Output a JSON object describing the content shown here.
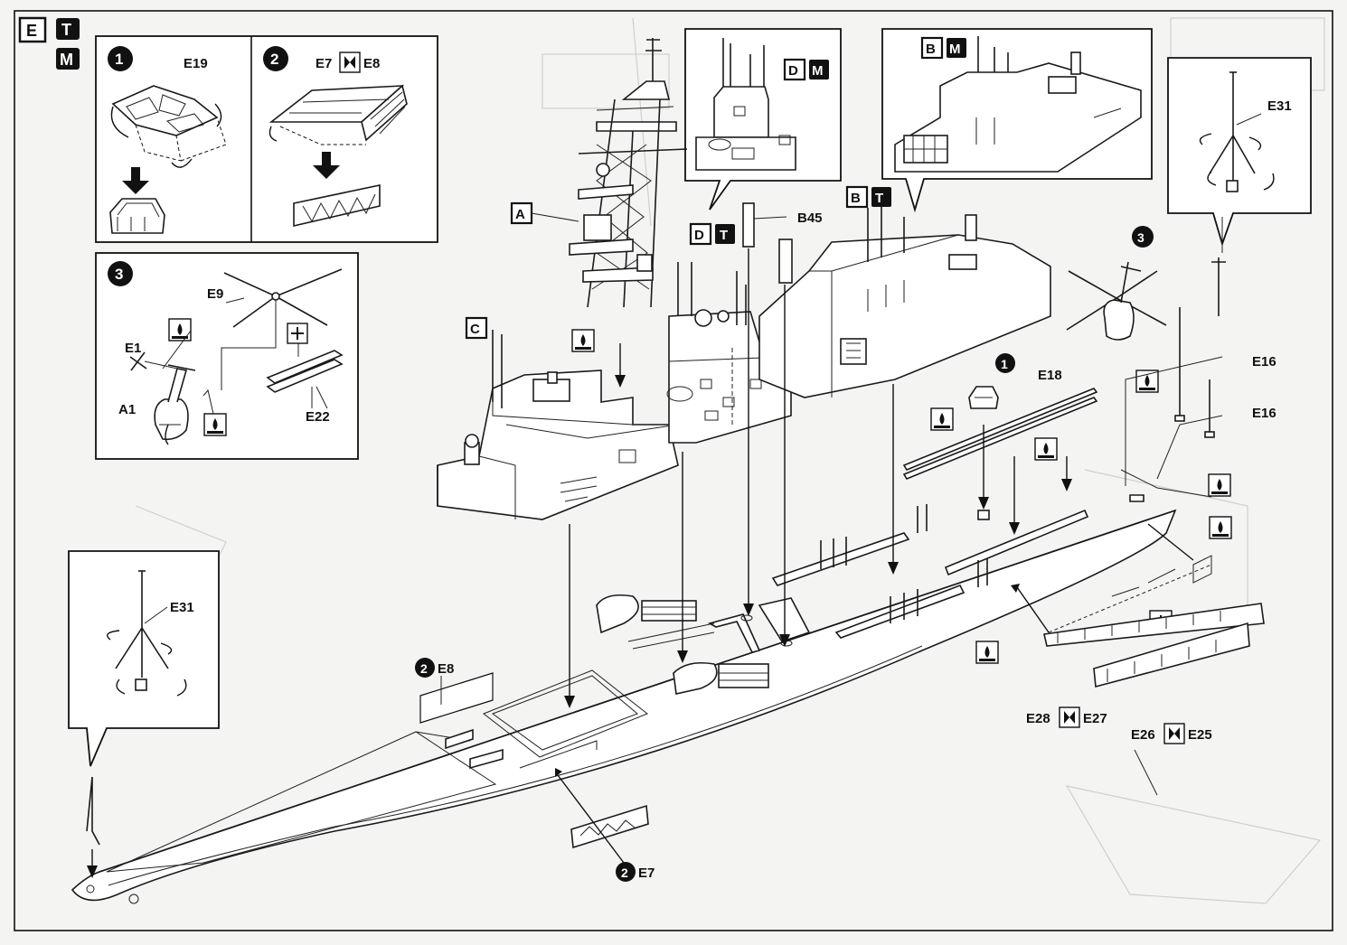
{
  "header": {
    "section_badges": [
      "E",
      "T",
      "M"
    ]
  },
  "steps": {
    "step1": {
      "num": "1",
      "part": "E19"
    },
    "step2": {
      "num": "2",
      "part_a": "E7",
      "part_b": "E8"
    },
    "step3": {
      "num": "3",
      "parts": [
        "E9",
        "E1",
        "A1",
        "E22"
      ]
    }
  },
  "callouts": {
    "dm": [
      "D",
      "M"
    ],
    "bm": [
      "B",
      "M"
    ],
    "e31_top": "E31",
    "e31_left": "E31"
  },
  "labels": {
    "A": "A",
    "C": "C",
    "DT": [
      "D",
      "T"
    ],
    "BT": [
      "B",
      "T"
    ],
    "B45": "B45",
    "E18": "E18",
    "E16a": "E16",
    "E16b": "E16",
    "step1_ref": "1",
    "step3_ref": "3",
    "E8_ref_num": "2",
    "E8_ref": "E8",
    "E7_ref_num": "2",
    "E7_ref": "E7",
    "E28": "E28",
    "E27": "E27",
    "E26": "E26",
    "E25": "E25"
  }
}
